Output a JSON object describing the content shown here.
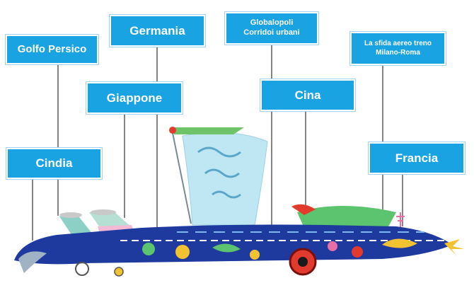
{
  "labels": {
    "golfo_persico": "Golfo Persico",
    "germania": "Germania",
    "globalopoli_line1": "Globalopoli",
    "globalopoli_line2": "Corridoi urbani",
    "sfida_line1": "La sfida aereo treno",
    "sfida_line2": "Milano-Roma",
    "giappone": "Giappone",
    "cina": "Cina",
    "cindia": "Cindia",
    "francia": "Francia"
  },
  "colors": {
    "label_bg": "#1aa3e2",
    "label_text": "#ffffff",
    "train_body": "#1f3a9e",
    "sail": "#bfe6f3",
    "accent_red": "#e23b2e",
    "accent_green": "#5cc46e",
    "accent_yellow": "#f2c230",
    "accent_pink": "#e86fa6"
  }
}
